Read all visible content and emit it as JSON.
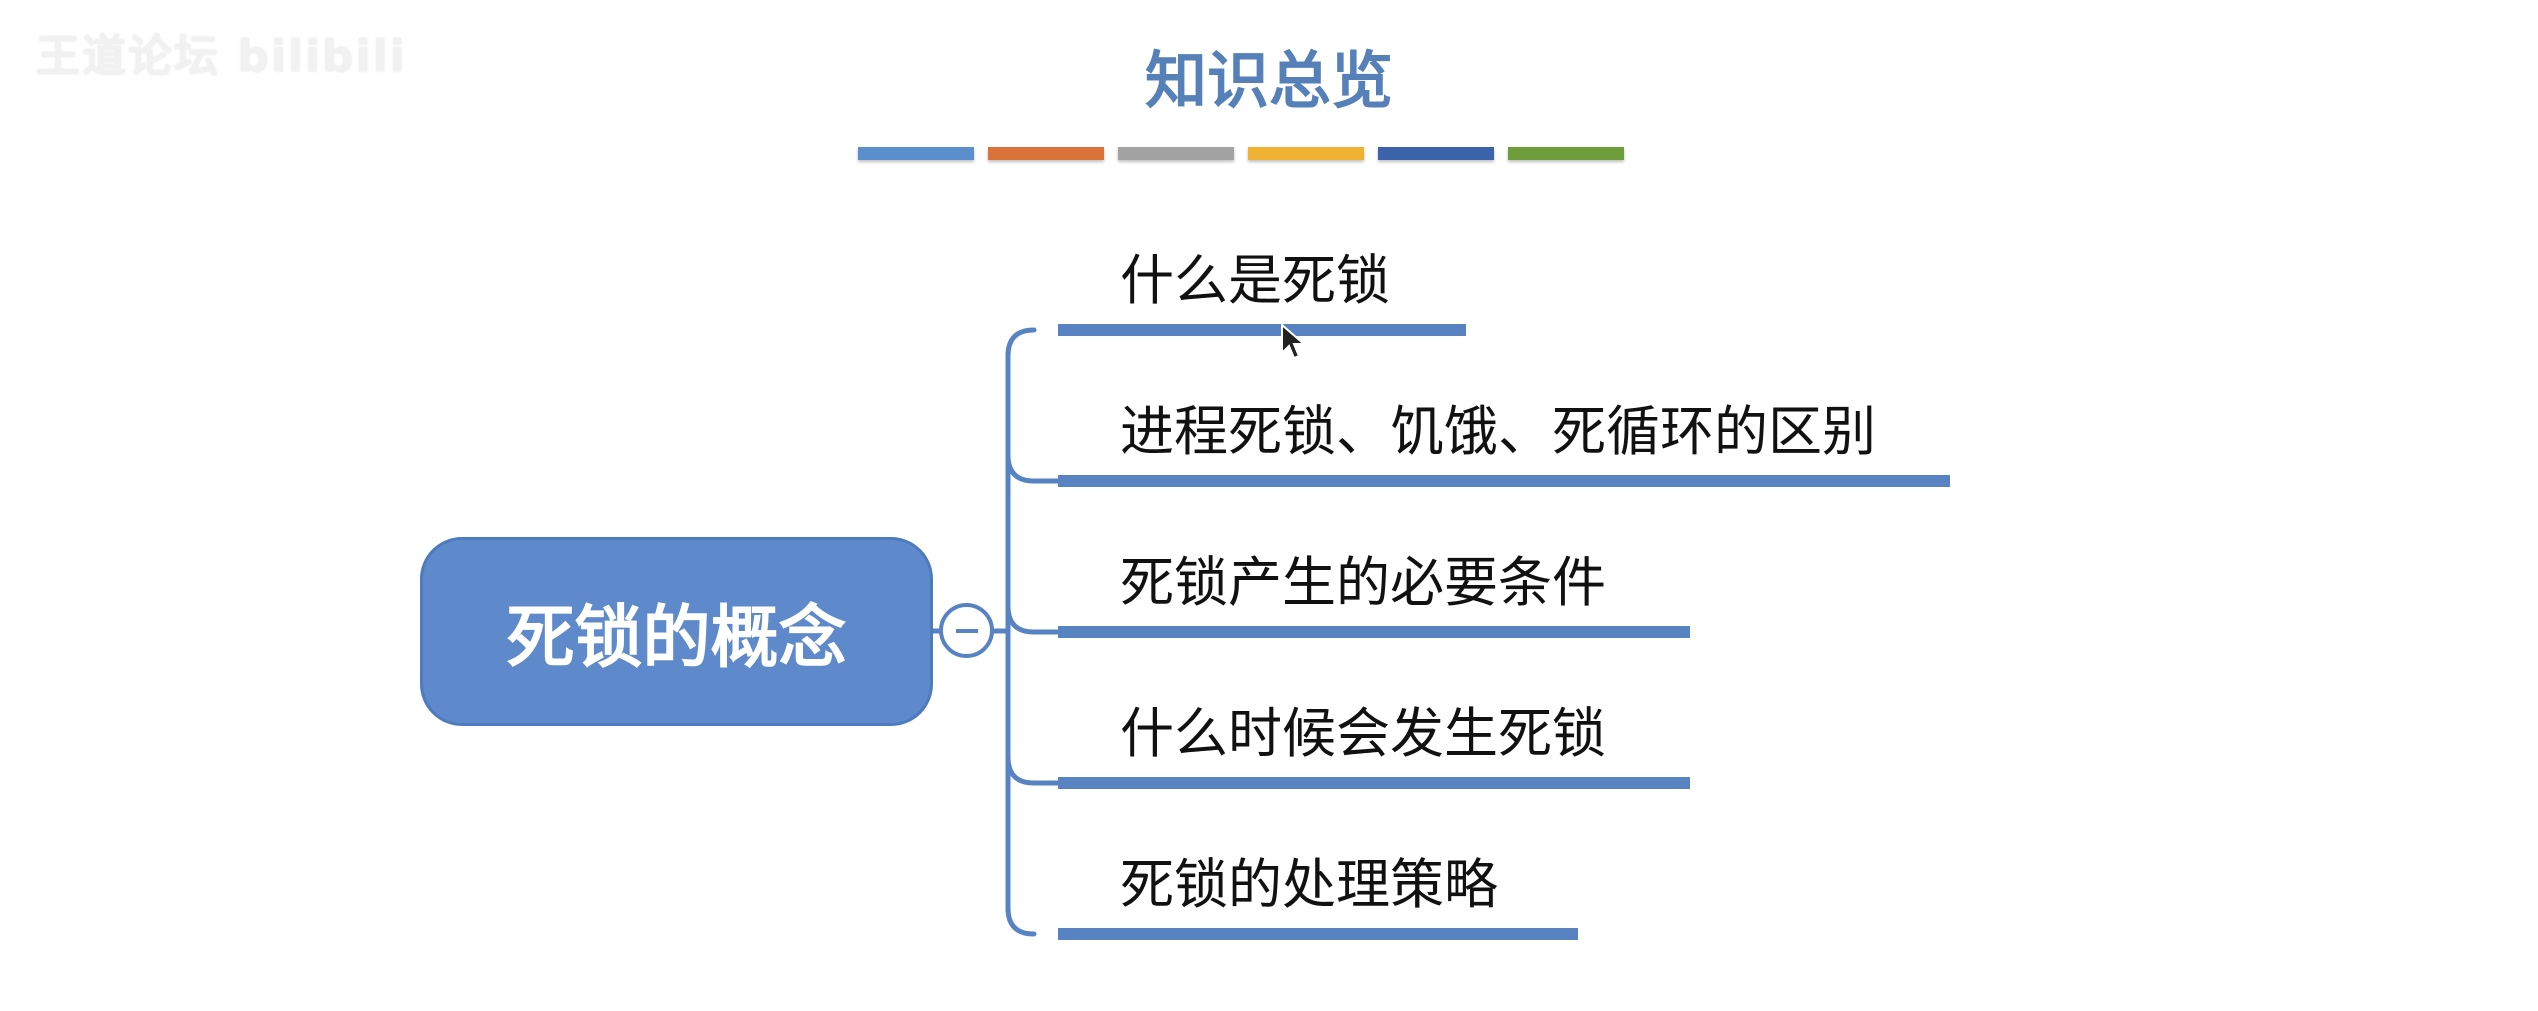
{
  "watermark": "王道论坛 bilibili",
  "title": "知识总览",
  "color_bars": [
    "#5b8fcc",
    "#d9733a",
    "#a3a3a3",
    "#efb132",
    "#3a63aa",
    "#6e9e3c"
  ],
  "root": {
    "label": "死锁的概念",
    "color": "#5e89cb"
  },
  "branch_color": "#5783c3",
  "branches": [
    {
      "label": "什么是死锁"
    },
    {
      "label": "进程死锁、饥饿、死循环的区别"
    },
    {
      "label": "死锁产生的必要条件"
    },
    {
      "label": "什么时候会发生死锁"
    },
    {
      "label": "死锁的处理策略"
    }
  ]
}
